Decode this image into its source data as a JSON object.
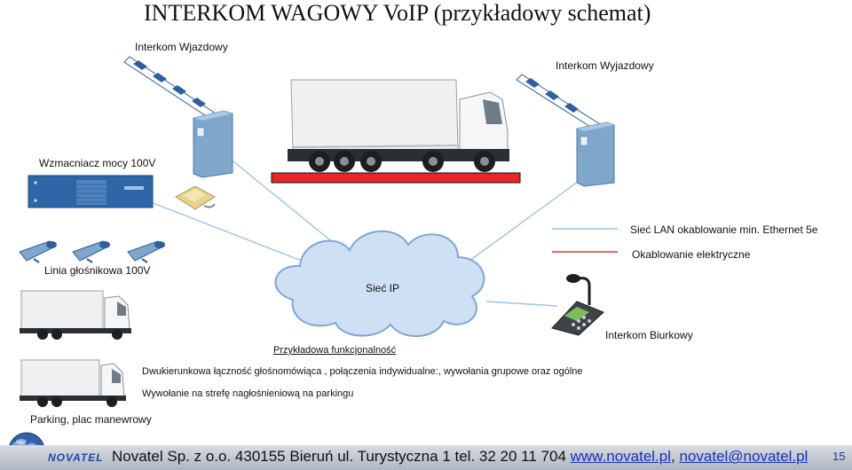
{
  "title": "INTERKOM WAGOWY VoIP (przykładowy schemat)",
  "labels": {
    "entry_intercom": "Interkom Wjazdowy",
    "exit_intercom": "Interkom  Wyjazdowy",
    "amplifier": "Wzmacniacz mocy 100V",
    "speaker_line": "Linia głośnikowa 100V",
    "ip_network": "Sieć IP",
    "desk_intercom": "Interkom Biurkowy",
    "parking": "Parking, plac manewrowy"
  },
  "legend": [
    {
      "label": "Sieć LAN okablowanie min. Ethernet 5e",
      "color": "#9bc3e6"
    },
    {
      "label": "Okablowanie elektryczne",
      "color": "#e03030"
    }
  ],
  "functionality": {
    "heading": "Przykładowa funkcjonalność",
    "line1": "Dwukierunkowa łączność głośnomówiąca , połączenia  indywidualne:, wywołania grupowe oraz ogólne",
    "line2": "Wywołanie  na strefę nagłośnieniową na parkingu"
  },
  "footer": {
    "brand": "NOVATEL",
    "text": "Novatel Sp. z o.o. 430155 Bieruń  ul. Turystyczna 1 tel. 32 20 11 704 ",
    "link1": "www.novatel.pl",
    "sep": ", ",
    "link2": "novatel@novatel.pl",
    "page": "15"
  },
  "colors": {
    "lan": "#9bc3e6",
    "power": "#e03030",
    "cloud": "#cfe0f5",
    "cloud_stroke": "#7fa6d6",
    "post": "#7fa7cc",
    "barrier_stripe": "#2f5f9e"
  }
}
